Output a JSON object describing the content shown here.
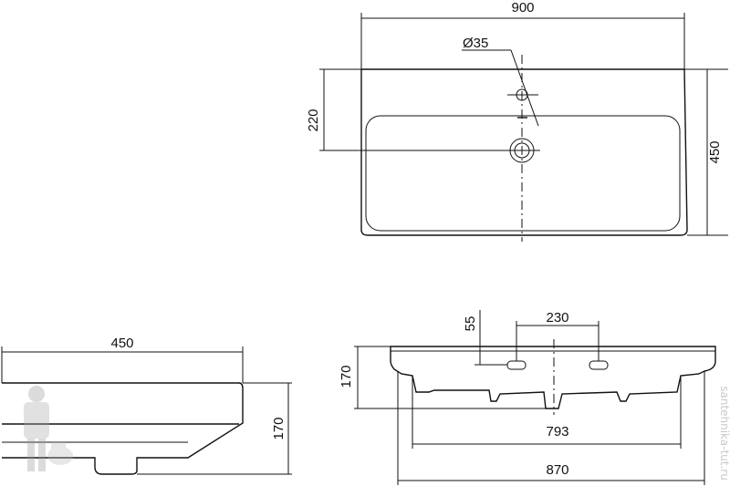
{
  "top_view": {
    "width_label": "900",
    "depth_label": "450",
    "hole_offset_label": "220",
    "hole_diameter_label": "Ø35"
  },
  "side_view": {
    "depth_label": "450",
    "height_label": "170"
  },
  "front_view": {
    "hole_height_label": "55",
    "hole_spacing_label": "230",
    "height_label": "170",
    "inner_width_label": "793",
    "outer_width_label": "870"
  },
  "watermark": {
    "text": "santehnika-tut.ru"
  }
}
